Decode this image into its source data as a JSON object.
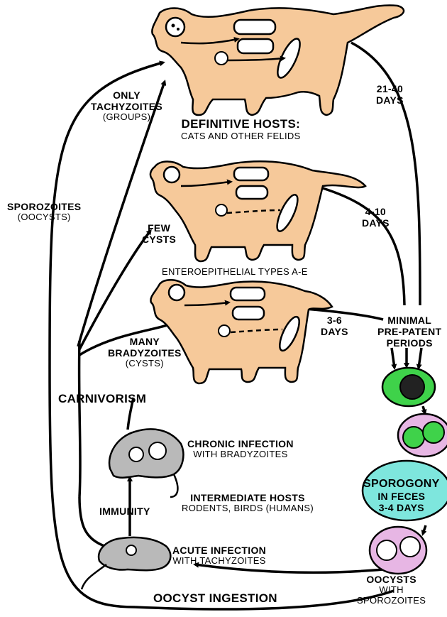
{
  "colors": {
    "cat_fill": "#f6c99a",
    "outline": "#000000",
    "oocyst_green": "#3fd24a",
    "oocyst_pink": "#e7b6e4",
    "sporogony_cyan": "#7ee6dd",
    "rodent_gray": "#b9b9b9"
  },
  "labels": {
    "only_tachyzoites": [
      "ONLY",
      "TACHYZOITES"
    ],
    "groups": "(GROUPS)",
    "definitive_hosts": "DEFINITIVE HOSTS:",
    "cats_felids": "CATS AND OTHER FELIDS",
    "days_21_40": [
      "21-40",
      "DAYS"
    ],
    "sporozoites": "SPOROZOITES",
    "oocysts_paren": "(OOCYSTS)",
    "few_cysts": [
      "FEW",
      "CYSTS"
    ],
    "days_4_10": [
      "4-10",
      "DAYS"
    ],
    "enteroepithelial": "ENTEROEPITHELIAL TYPES A-E",
    "days_3_6": [
      "3-6",
      "DAYS"
    ],
    "minimal_periods": [
      "MINIMAL",
      "PRE-PATENT",
      "PERIODS"
    ],
    "many_bradyzoites": [
      "MANY",
      "BRADYZOITES"
    ],
    "cysts_paren": "(CYSTS)",
    "carnivorism": "CARNIVORISM",
    "chronic_infection": "CHRONIC INFECTION",
    "with_bradyzoites": "WITH BRADYZOITES",
    "sporogony": "SPOROGONY",
    "in_feces": [
      "IN FECES",
      "3-4 DAYS"
    ],
    "intermediate_hosts": "INTERMEDIATE HOSTS",
    "rodents_birds": "RODENTS, BIRDS (HUMANS)",
    "immunity": "IMMUNITY",
    "acute_infection": "ACUTE INFECTION",
    "with_tachyzoites": "WITH TACHYZOITES",
    "oocysts_with_sporozoites": [
      "OOCYSTS",
      "WITH",
      "SPOROZOITES"
    ],
    "oocyst_ingestion": "OOCYST INGESTION"
  }
}
